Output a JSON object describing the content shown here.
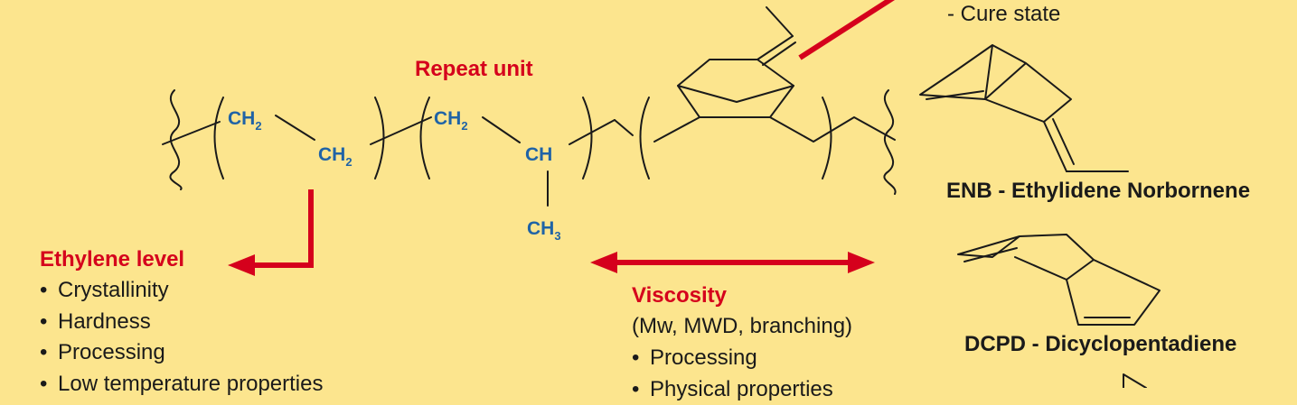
{
  "cure_state": "- Cure state",
  "repeat_unit": "Repeat unit",
  "chem": {
    "ch2_a": "CH",
    "ch2_a_sub": "2",
    "ch2_b": "CH",
    "ch2_b_sub": "2",
    "ch2_c": "CH",
    "ch2_c_sub": "2",
    "ch": "CH",
    "ch3": "CH",
    "ch3_sub": "3"
  },
  "ethylene": {
    "title": "Ethylene level",
    "items": [
      "Crystallinity",
      "Hardness",
      "Processing",
      "Low temperature properties"
    ]
  },
  "viscosity": {
    "title": "Viscosity",
    "subtitle": "(Mw, MWD, branching)",
    "items": [
      "Processing",
      "Physical properties"
    ]
  },
  "enb_label": "ENB - Ethylidene Norbornene",
  "dcpd_label": "DCPD - Dicyclopentadiene",
  "colors": {
    "background": "#fce58e",
    "accent_red": "#d5001c",
    "chem_blue": "#1f63a6",
    "line": "#1a1a1a"
  }
}
